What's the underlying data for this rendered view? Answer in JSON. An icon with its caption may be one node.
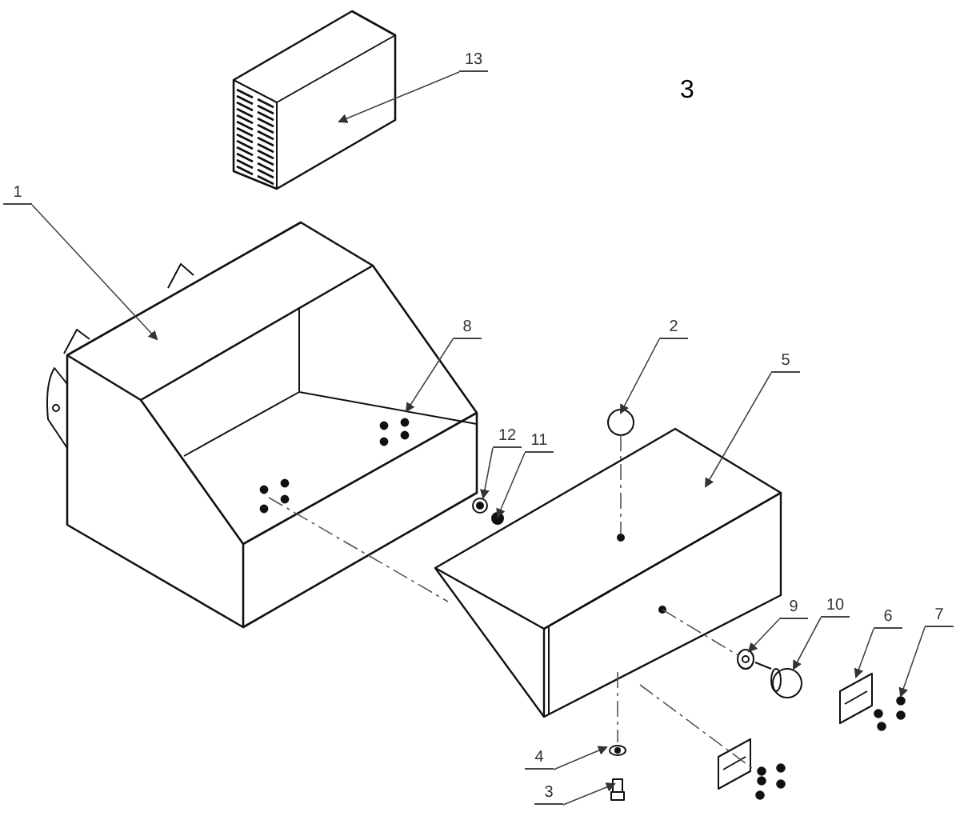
{
  "diagram": {
    "nodes": [
      {
        "text": [
          "1"
        ]
      },
      {
        "text": [
          "2"
        ]
      },
      {
        "text": [
          "3"
        ]
      },
      {
        "text": [
          "4"
        ]
      },
      {
        "text": [
          "5"
        ]
      },
      {
        "text": [
          "6"
        ]
      },
      {
        "text": [
          "7"
        ]
      },
      {
        "text": [
          "8"
        ]
      },
      {
        "text": [
          "9"
        ]
      },
      {
        "text": [
          "10"
        ]
      },
      {
        "text": [
          "11"
        ]
      },
      {
        "text": [
          "12"
        ]
      },
      {
        "text": [
          "13"
        ]
      }
    ],
    "edges": [
      {
        "from": 0,
        "to": null,
        "arrow": "to"
      },
      {
        "from": 1,
        "to": null,
        "arrow": "to"
      },
      {
        "from": 2,
        "to": null,
        "arrow": "to"
      },
      {
        "from": 3,
        "to": null,
        "arrow": "to"
      },
      {
        "from": 4,
        "to": null,
        "arrow": "to"
      },
      {
        "from": 5,
        "to": null,
        "arrow": "to"
      },
      {
        "from": 6,
        "to": null,
        "arrow": "to"
      },
      {
        "from": 7,
        "to": null,
        "arrow": "to"
      },
      {
        "from": 8,
        "to": null,
        "arrow": "to"
      },
      {
        "from": 9,
        "to": null,
        "arrow": "to"
      },
      {
        "from": 10,
        "to": null,
        "arrow": "to"
      },
      {
        "from": 11,
        "to": null,
        "arrow": "to"
      },
      {
        "from": 12,
        "to": null,
        "arrow": "to"
      }
    ],
    "labels": [
      "3"
    ]
  }
}
